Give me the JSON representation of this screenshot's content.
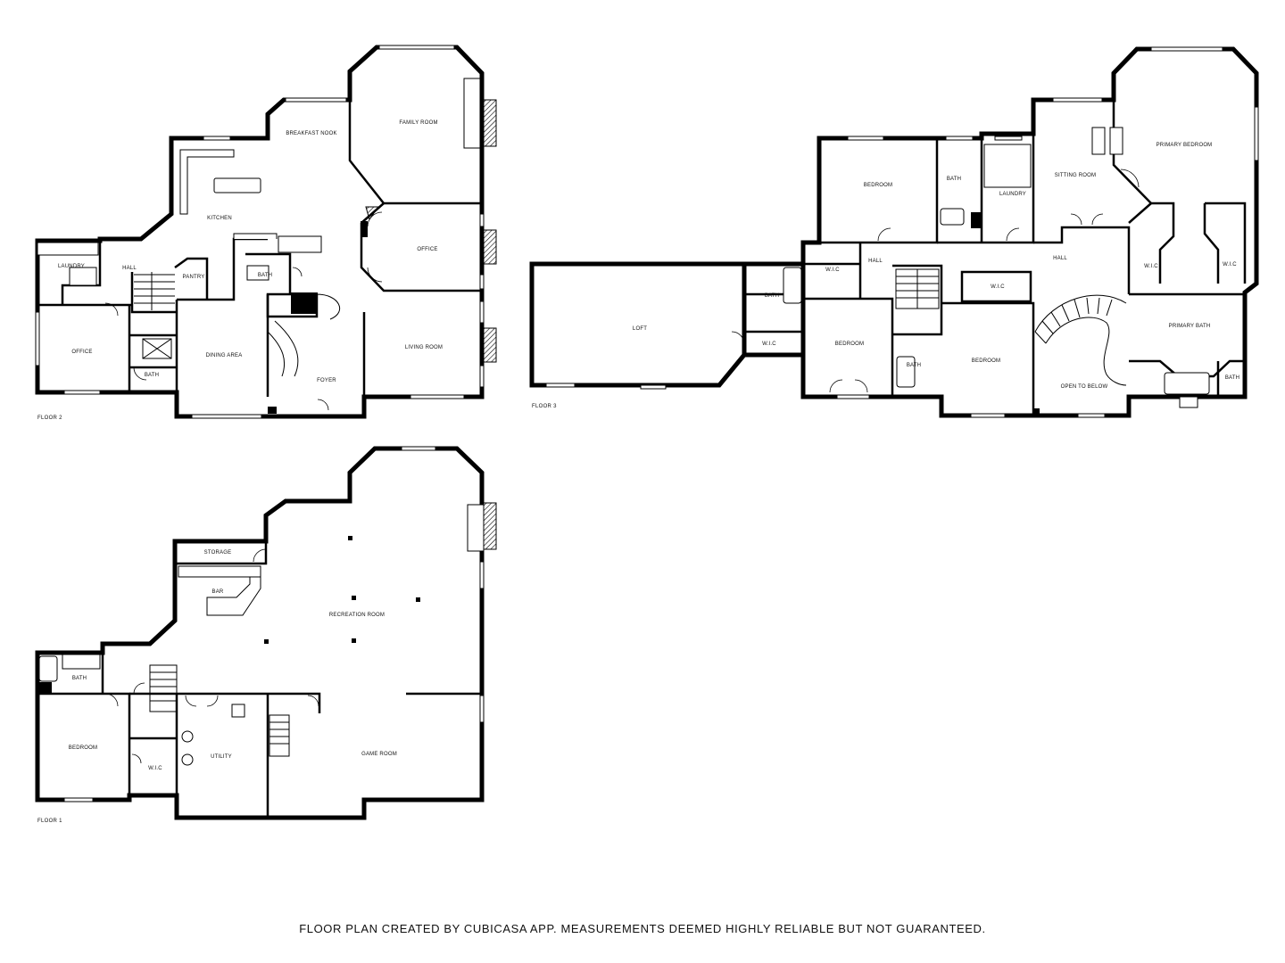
{
  "footer": "FLOOR PLAN CREATED BY CUBICASA APP. MEASUREMENTS DEEMED HIGHLY RELIABLE BUT NOT GUARANTEED.",
  "floor2": {
    "label": "FLOOR 2",
    "rooms": {
      "breakfast_nook": "BREAKFAST NOOK",
      "family_room": "FAMILY ROOM",
      "kitchen": "KITCHEN",
      "laundry": "LAUNDRY",
      "hall": "HALL",
      "pantry": "PANTRY",
      "bath_upper": "BATH",
      "office_right": "OFFICE",
      "office_left": "OFFICE",
      "dining_area": "DINING AREA",
      "living_room": "LIVING ROOM",
      "bath_lower": "BATH",
      "foyer": "FOYER"
    }
  },
  "floor3": {
    "label": "FLOOR 3",
    "rooms": {
      "loft": "LOFT",
      "bath_loft": "BATH",
      "wic_loft": "W.I.C",
      "bedroom_top": "BEDROOM",
      "bath_top": "BATH",
      "laundry": "LAUNDRY",
      "sitting_room": "SITTING ROOM",
      "primary_bedroom": "PRIMARY BEDROOM",
      "wic_left": "W.I.C",
      "hall_small": "HALL",
      "hall_main": "HALL",
      "wic_mid": "W.I.C",
      "wic_pb_left": "W.I.C",
      "wic_pb_right": "W.I.C",
      "bedroom_mid": "BEDROOM",
      "bath_mid": "BATH",
      "bedroom_right": "BEDROOM",
      "primary_bath": "PRIMARY BATH",
      "open_to_below": "OPEN TO BELOW",
      "bath_primary_small": "BATH"
    }
  },
  "floor1": {
    "label": "FLOOR 1",
    "rooms": {
      "storage": "STORAGE",
      "bar": "BAR",
      "recreation_room": "RECREATION ROOM",
      "bath": "BATH",
      "bedroom": "BEDROOM",
      "wic": "W.I.C",
      "utility": "UTILITY",
      "game_room": "GAME ROOM"
    }
  }
}
